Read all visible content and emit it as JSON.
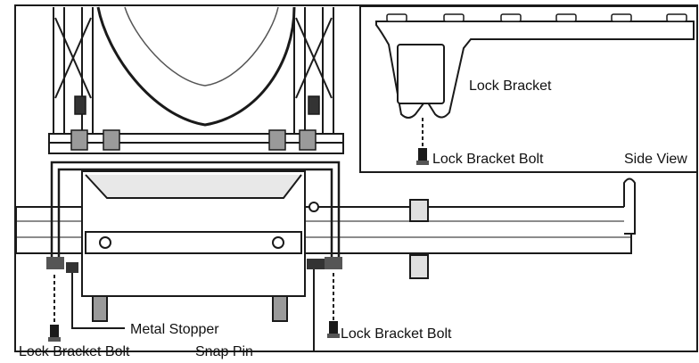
{
  "labels": {
    "inset_lock_bracket": "Lock Bracket",
    "inset_lock_bracket_bolt": "Lock Bracket Bolt",
    "inset_side_view": "Side View",
    "metal_stopper": "Metal Stopper",
    "snap_pin": "Snap Pin",
    "lock_bracket_bolt_left": "Lock Bracket Bolt",
    "lock_bracket_bolt_right": "Lock Bracket Bolt"
  },
  "colors": {
    "line": "#1a1a1a",
    "shade": "#9a9a9a",
    "light": "#d4d4d4",
    "background": "#ffffff"
  }
}
